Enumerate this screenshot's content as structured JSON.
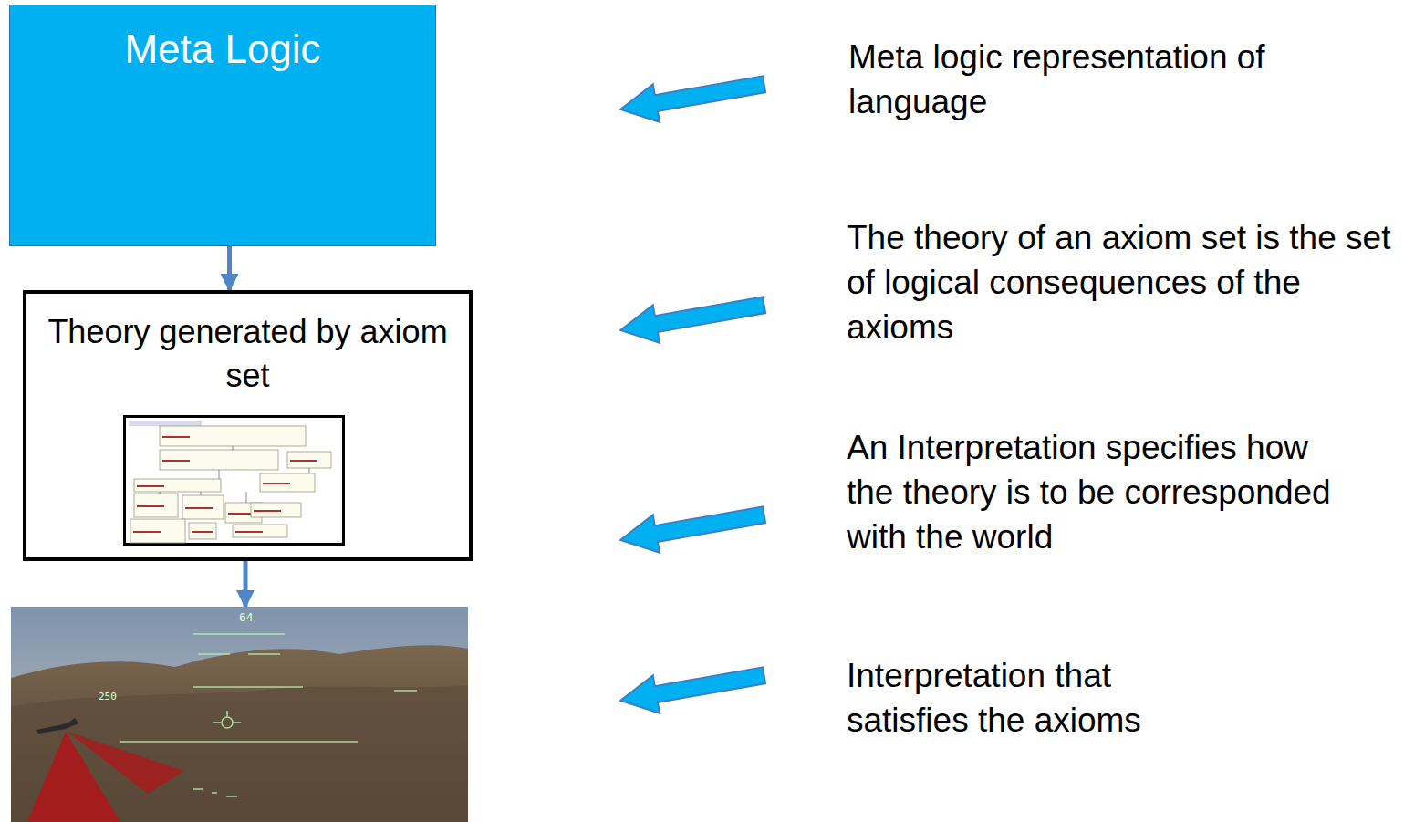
{
  "diagram": {
    "nodes": [
      {
        "text": [
          "Meta Logic"
        ]
      },
      {
        "text": [
          "Theory generated by axiom set"
        ]
      },
      {
        "text": [
          "64",
          "250"
        ]
      }
    ],
    "edges": [
      {
        "from": 0,
        "to": 1,
        "arrow": "to"
      },
      {
        "from": 1,
        "to": 2,
        "arrow": "to"
      }
    ],
    "labels": [
      "Meta logic representation of language",
      "The theory of an axiom set is the set of logical consequences of the axioms",
      "An Interpretation specifies how the theory is to be corresponded with the world",
      "Interpretation that satisfies the axioms"
    ]
  }
}
